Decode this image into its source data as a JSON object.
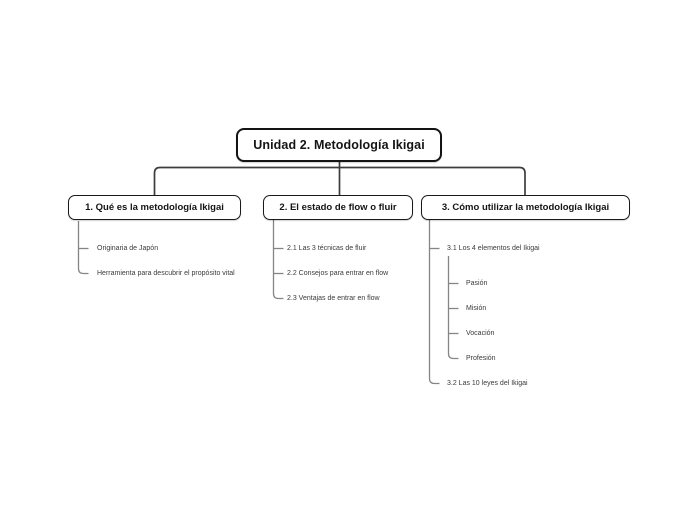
{
  "mindmap": {
    "root": {
      "label": "Unidad 2. Metodología Ikigai"
    },
    "branches": [
      {
        "label": "1. Qué es la metodología Ikigai",
        "children": [
          {
            "label": "Originaria de Japón"
          },
          {
            "label": "Herramienta para descubrir el propósito vital"
          }
        ]
      },
      {
        "label": "2. El estado de flow o fluir",
        "children": [
          {
            "label": "2.1 Las 3 técnicas de fluir"
          },
          {
            "label": "2.2 Consejos para entrar en flow"
          },
          {
            "label": "2.3 Ventajas de entrar en flow"
          }
        ]
      },
      {
        "label": "3. Cómo utilizar la metodología Ikigai",
        "children": [
          {
            "label": "3.1 Los 4 elementos del Ikigai",
            "children": [
              {
                "label": "Pasión"
              },
              {
                "label": "Misión"
              },
              {
                "label": "Vocación"
              },
              {
                "label": "Profesión"
              }
            ]
          },
          {
            "label": "3.2 Las 10 leyes del Ikigai"
          }
        ]
      }
    ],
    "colors": {
      "background": "#ffffff",
      "node_fill": "#ffffff",
      "node_border": "#141414",
      "tree_connector": "#3d3d3d",
      "leaf_connector": "#858585",
      "leaf_text": "#3a3a3a",
      "node_text": "#141414"
    }
  }
}
